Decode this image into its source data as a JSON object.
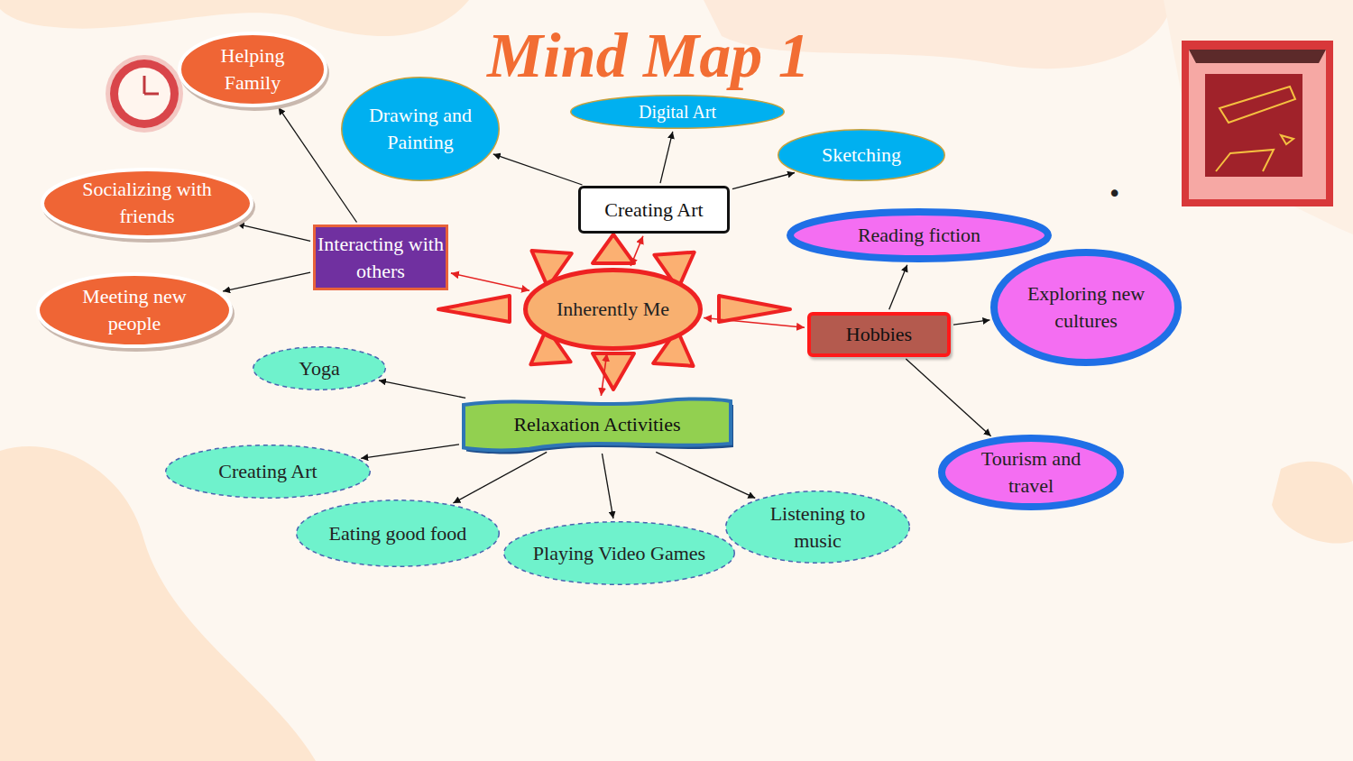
{
  "diagram": {
    "title": "Mind Map 1",
    "nodes": [
      {
        "text": [
          "Helping Family"
        ]
      },
      {
        "text": [
          "Drawing and Painting"
        ]
      },
      {
        "text": [
          "Digital Art"
        ]
      },
      {
        "text": [
          "Sketching"
        ]
      },
      {
        "text": [
          "Socializing with friends"
        ]
      },
      {
        "text": [
          "Creating Art"
        ]
      },
      {
        "text": [
          "Reading fiction"
        ]
      },
      {
        "text": [
          "Interacting with others"
        ]
      },
      {
        "text": [
          "Inherently Me"
        ]
      },
      {
        "text": [
          "Exploring new cultures"
        ]
      },
      {
        "text": [
          "Meeting new people"
        ]
      },
      {
        "text": [
          "Hobbies"
        ]
      },
      {
        "text": [
          "Yoga"
        ]
      },
      {
        "text": [
          "Relaxation Activities"
        ]
      },
      {
        "text": [
          "Creating Art"
        ]
      },
      {
        "text": [
          "Tourism and travel"
        ]
      },
      {
        "text": [
          "Eating good food"
        ]
      },
      {
        "text": [
          "Playing Video Games"
        ]
      },
      {
        "text": [
          "Listening to music"
        ]
      }
    ],
    "edges": [
      {
        "from": 5,
        "to": 1,
        "arrow": "to"
      },
      {
        "from": 5,
        "to": 2,
        "arrow": "to"
      },
      {
        "from": 5,
        "to": 3,
        "arrow": "to"
      },
      {
        "from": 8,
        "to": 5,
        "arrow": "both"
      },
      {
        "from": 8,
        "to": 7,
        "arrow": "both"
      },
      {
        "from": 8,
        "to": 11,
        "arrow": "both"
      },
      {
        "from": 8,
        "to": 13,
        "arrow": "both"
      },
      {
        "from": 7,
        "to": 0,
        "arrow": "to"
      },
      {
        "from": 7,
        "to": 4,
        "arrow": "to"
      },
      {
        "from": 7,
        "to": 10,
        "arrow": "to"
      },
      {
        "from": 11,
        "to": 6,
        "arrow": "to"
      },
      {
        "from": 11,
        "to": 9,
        "arrow": "to"
      },
      {
        "from": 11,
        "to": 15,
        "arrow": "to"
      },
      {
        "from": 13,
        "to": 12,
        "arrow": "to"
      },
      {
        "from": 13,
        "to": 14,
        "arrow": "to"
      },
      {
        "from": 13,
        "to": 16,
        "arrow": "to"
      },
      {
        "from": 13,
        "to": 17,
        "arrow": "to"
      },
      {
        "from": 13,
        "to": 18,
        "arrow": "to"
      }
    ],
    "labels": [
      "•"
    ]
  }
}
